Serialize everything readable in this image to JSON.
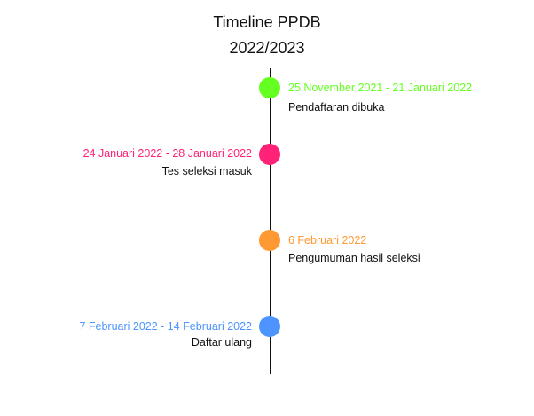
{
  "title": {
    "line1": "Timeline PPDB",
    "line2": "2022/2023"
  },
  "events": [
    {
      "date": "25 November 2021 - 21 Januari 2022",
      "label": "Pendaftaran dibuka",
      "color": "#66ff22",
      "side": "right"
    },
    {
      "date": "24 Januari 2022 - 28 Januari 2022",
      "label": "Tes seleksi masuk",
      "color": "#ff2277",
      "side": "left"
    },
    {
      "date": "6 Februari 2022",
      "label": "Pengumuman hasil seleksi",
      "color": "#ff9933",
      "side": "right"
    },
    {
      "date": "7 Februari 2022 - 14 Februari 2022",
      "label": "Daftar ulang",
      "color": "#4d94ff",
      "side": "left"
    }
  ]
}
